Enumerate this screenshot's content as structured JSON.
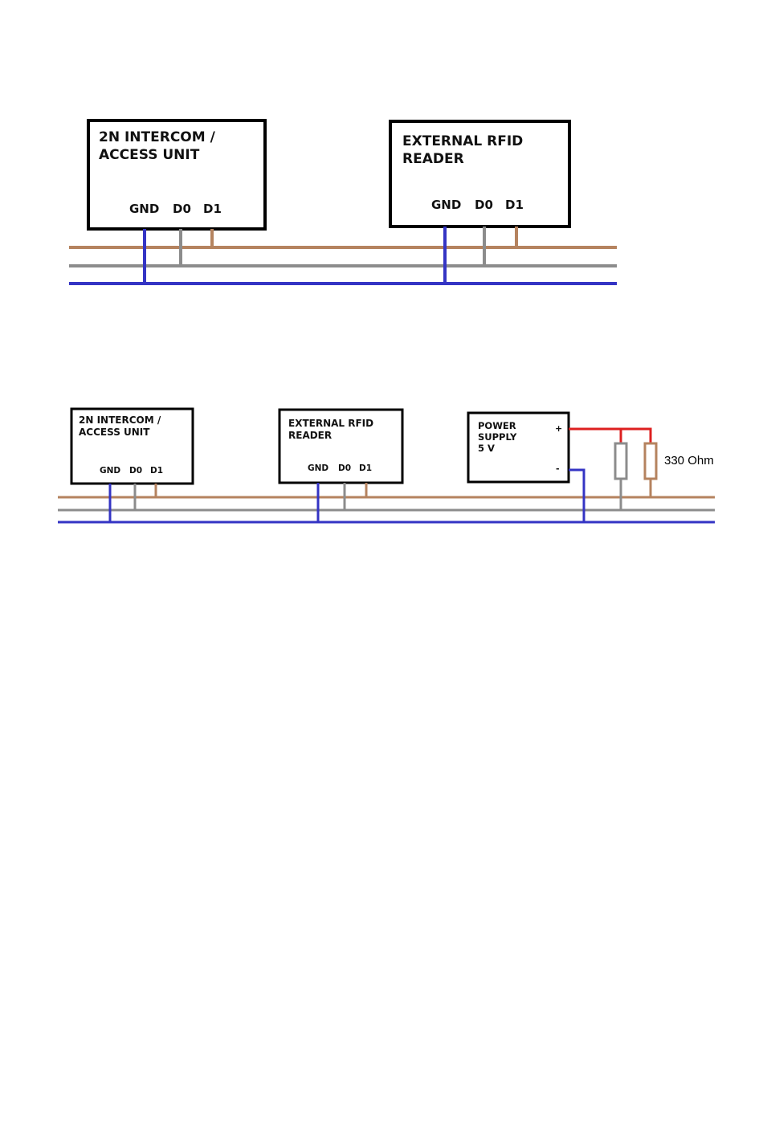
{
  "colors": {
    "d1_wire": "#b5835f",
    "d0_wire": "#8c8c8c",
    "gnd_wire": "#3434c4",
    "positive_wire": "#dd2020",
    "box_border": "#000000"
  },
  "diagram1": {
    "intercom": {
      "title_line1": "2N INTERCOM /",
      "title_line2": "ACCESS UNIT",
      "pin_gnd": "GND",
      "pin_d0": "D0",
      "pin_d1": "D1"
    },
    "reader": {
      "title_line1": "EXTERNAL RFID",
      "title_line2": "READER",
      "pin_gnd": "GND",
      "pin_d0": "D0",
      "pin_d1": "D1"
    }
  },
  "diagram2": {
    "intercom": {
      "title_line1": "2N INTERCOM /",
      "title_line2": "ACCESS UNIT",
      "pin_gnd": "GND",
      "pin_d0": "D0",
      "pin_d1": "D1"
    },
    "reader": {
      "title_line1": "EXTERNAL RFID",
      "title_line2": "READER",
      "pin_gnd": "GND",
      "pin_d0": "D0",
      "pin_d1": "D1"
    },
    "power_supply": {
      "line1": "POWER",
      "line2": "SUPPLY",
      "line3": "5 V",
      "plus": "+",
      "minus": "-"
    },
    "resistor_label": "330 Ohm"
  }
}
